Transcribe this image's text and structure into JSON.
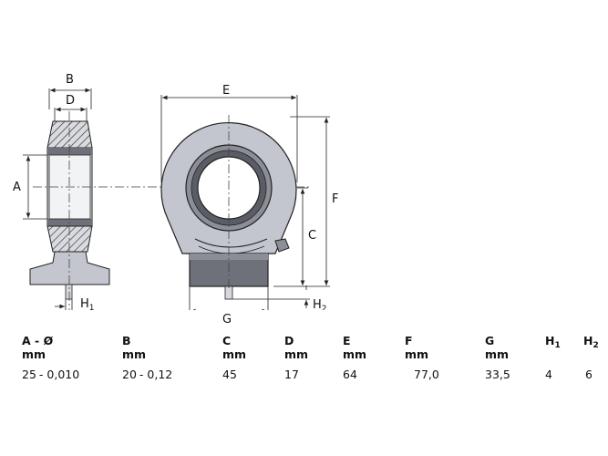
{
  "labels": {
    "B": "B",
    "D": "D",
    "A": "A",
    "H1_main": "H",
    "H1_sub": "1",
    "E": "E",
    "F": "F",
    "C": "C",
    "G": "G",
    "H2_main": "H",
    "H2_sub": "2"
  },
  "colors": {
    "housing": "#c3c6ce",
    "housing_light": "#d6d8de",
    "bearing_dark": "#5a5d66",
    "bearing_mid": "#8b8e96",
    "base_dark": "#6e717a",
    "hatch": "#3c3c3c",
    "line": "#222222"
  },
  "table": {
    "columns": [
      {
        "name": "A - Ø",
        "unit": "mm",
        "value": "25",
        "tolerance": "- 0,010"
      },
      {
        "name": "B",
        "unit": "mm",
        "value": "20",
        "tolerance": "- 0,12"
      },
      {
        "name": "C",
        "unit": "mm",
        "value": "45",
        "tolerance": ""
      },
      {
        "name": "D",
        "unit": "mm",
        "value": "17",
        "tolerance": ""
      },
      {
        "name": "E",
        "unit": "mm",
        "value": "64",
        "tolerance": ""
      },
      {
        "name": "F",
        "unit": "mm",
        "value": "77,0",
        "tolerance": ""
      },
      {
        "name": "G",
        "unit": "mm",
        "value": "33,5",
        "tolerance": ""
      },
      {
        "name": "H",
        "name_sub": "1",
        "unit": "",
        "value": "4",
        "tolerance": ""
      },
      {
        "name": "H",
        "name_sub": "2",
        "unit": "",
        "value": "6",
        "tolerance": ""
      }
    ]
  }
}
